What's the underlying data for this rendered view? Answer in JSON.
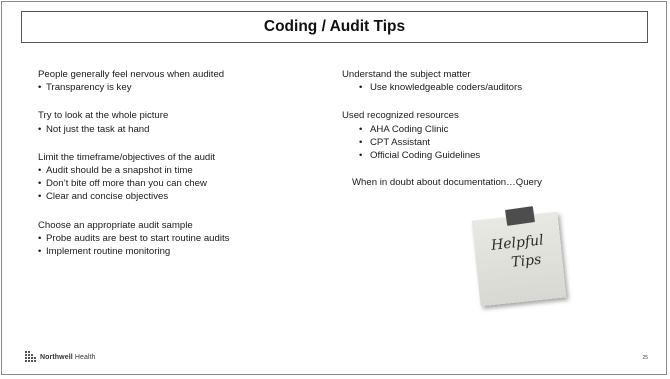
{
  "title": "Coding / Audit Tips",
  "left_column": [
    {
      "heading": "People generally feel nervous when audited",
      "bullets": [
        "Transparency is key"
      ]
    },
    {
      "heading": "Try to look at the whole picture",
      "bullets": [
        "Not just the task at hand"
      ]
    },
    {
      "heading": "Limit the timeframe/objectives of the audit",
      "bullets": [
        "Audit should be a snapshot in time",
        "Don’t bite off more than you can chew",
        "Clear and concise objectives"
      ]
    },
    {
      "heading": "Choose an appropriate audit sample",
      "bullets": [
        "Probe audits are best to start routine audits",
        "Implement routine monitoring"
      ]
    }
  ],
  "right_column": {
    "group1": {
      "heading": "Understand the subject matter",
      "bullets": [
        "Use knowledgeable coders/auditors"
      ]
    },
    "group2": {
      "heading": "Used recognized resources",
      "bullets": [
        "AHA Coding Clinic",
        "CPT Assistant",
        "Official Coding Guidelines"
      ]
    },
    "note": "When in doubt about documentation…Query"
  },
  "sticky_note": {
    "line1": "Helpful",
    "line2": "Tips"
  },
  "footer": {
    "logo_text_bold": "Northwell",
    "logo_text_rest": " Health",
    "page_number": "25"
  },
  "bullet_char": "•"
}
